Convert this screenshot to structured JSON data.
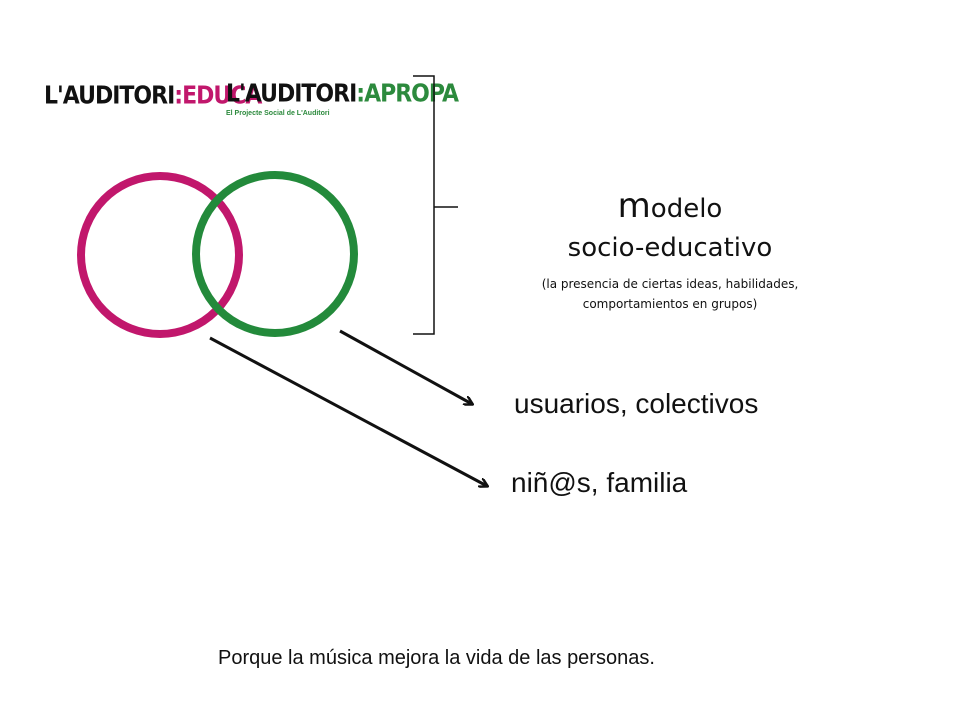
{
  "logos": {
    "educa": {
      "prefix": "L'AUDITORI",
      "colon": ":",
      "suffix": "EDUCA"
    },
    "apropa": {
      "prefix": "L'AUDITORI",
      "colon": ":",
      "suffix": "APROPA",
      "tagline": "El Projecte Social de L'Auditori"
    }
  },
  "model": {
    "title_first_letter": "m",
    "title_rest": "odelo",
    "subtitle": "socio-educativo",
    "note": "(la presencia de ciertas ideas, habilidades, comportamientos en grupos)"
  },
  "targets": {
    "collectives": "usuarios, colectivos",
    "children": "niñ@s, familia"
  },
  "footer": "Porque la música mejora la vida de las personas.",
  "colors": {
    "magenta": "#c1176c",
    "green": "#238a3b",
    "black": "#111111"
  }
}
